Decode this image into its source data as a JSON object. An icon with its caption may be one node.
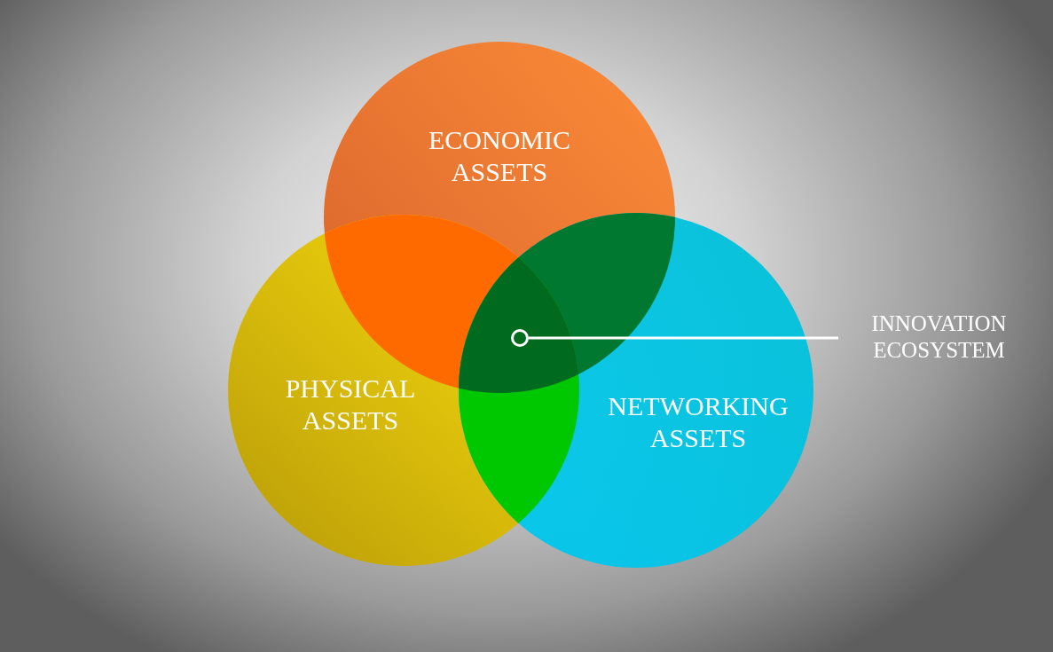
{
  "diagram": {
    "nodes": [
      {
        "text": [
          "ECONOMIC ASSETS"
        ]
      },
      {
        "text": [
          "PHYSICAL ASSETS"
        ]
      },
      {
        "text": [
          "NETWORKING ASSETS"
        ]
      },
      {
        "text": [
          "INNOVATION ECOSYSTEM"
        ]
      },
      {
        "text": [],
        "shape": "circle"
      }
    ],
    "edges": [
      {
        "from": 3,
        "to": 4,
        "arrow": "none"
      }
    ]
  }
}
